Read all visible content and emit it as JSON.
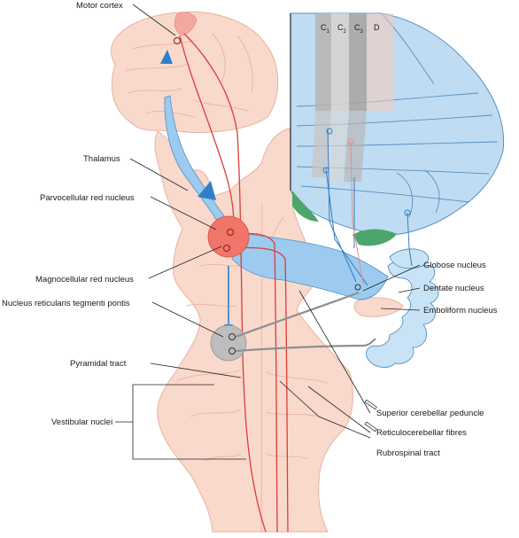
{
  "labels": {
    "motor_cortex": "Motor cortex",
    "thalamus": "Thalamus",
    "parvocellular": "Parvocellular red nucleus",
    "magnocellular": "Magnocellular red nucleus",
    "nrtp": "Nucleus reticularis tegmenti pontis",
    "pyramidal_tract": "Pyramidal tract",
    "vestibular_nuclei": "Vestibular nuclei",
    "globose": "Globose nucleus",
    "dentate": "Dentate nucleus",
    "emboliform": "Emboliform nucleus",
    "superior_peduncle": "Superior cerebellar peduncle",
    "reticulocerebellar": "Reticulocerebellar fibres",
    "rubrospinal": "Rubrospinal tract"
  },
  "zones": [
    {
      "letter": "C",
      "sub": "1"
    },
    {
      "letter": "C",
      "sub": "2"
    },
    {
      "letter": "C",
      "sub": "3"
    },
    {
      "letter": "D",
      "sub": ""
    }
  ],
  "colors": {
    "tissue": "#f9d9cc",
    "tissue_edge": "#e9b9a6",
    "cerebellum": "#bfdcf3",
    "cerebellum_edge": "#5a8fc0",
    "pathway_blue": "#9ccbef",
    "arrow_blue": "#2e7fc7",
    "red_nucleus": "#f0766a",
    "red_fibre": "#dd3b3b",
    "nrtp": "#bdbdbd",
    "flocculus_green": "#4ca66b"
  }
}
